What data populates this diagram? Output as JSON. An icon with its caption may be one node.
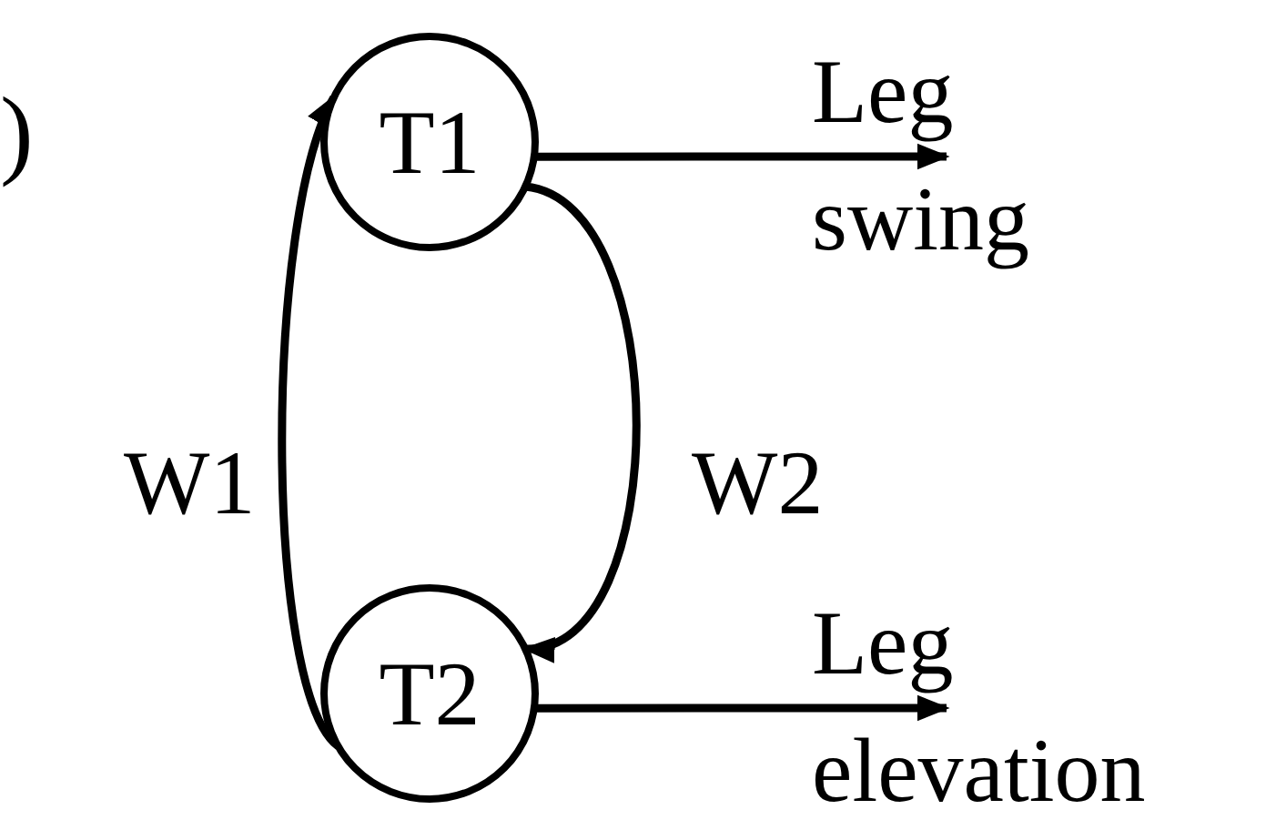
{
  "diagram": {
    "nodes": [
      {
        "text": [
          "T1"
        ]
      },
      {
        "text": [
          "T2"
        ]
      }
    ],
    "edges": [
      {
        "from": 1,
        "to": 0,
        "arrow": "to",
        "label": "W1"
      },
      {
        "from": 0,
        "to": 1,
        "arrow": "to",
        "label": "W2"
      },
      {
        "from": 0,
        "to": null,
        "arrow": "to",
        "label": "Leg swing"
      },
      {
        "from": 1,
        "to": null,
        "arrow": "to",
        "label": "Leg elevation"
      }
    ],
    "labels": [
      ")"
    ]
  }
}
